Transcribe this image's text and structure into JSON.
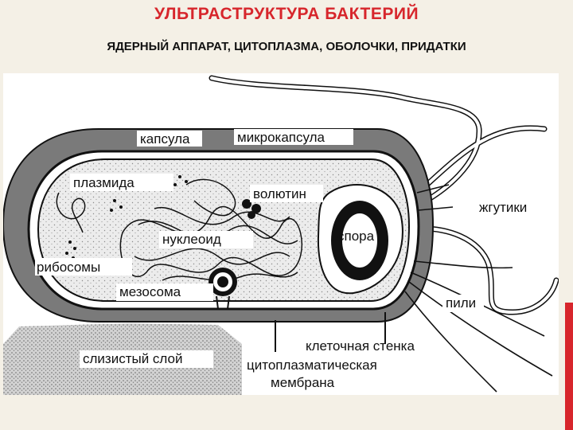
{
  "header": {
    "title": "УЛЬТРАСТРУКТУРА БАКТЕРИЙ",
    "subtitle": "ЯДЕРНЫЙ АППАРАТ, ЦИТОПЛАЗМА, ОБОЛОЧКИ, ПРИДАТКИ"
  },
  "diagram": {
    "labels": {
      "capsule": "капсула",
      "microcapsule": "микрокапсула",
      "plasmid": "плазмида",
      "volutin": "волютин",
      "flagella": "жгутики",
      "spore": "спора",
      "nucleoid": "нуклеоид",
      "ribosomes": "рибосомы",
      "mesosome": "мезосома",
      "pili": "пили",
      "slime_layer": "слизистый слой",
      "cell_wall": "клеточная стенка",
      "cytoplasmic_membrane_1": "цитоплазматическая",
      "cytoplasmic_membrane_2": "мембрана"
    }
  },
  "colors": {
    "title": "#d7262c",
    "accent_bar": "#d7262c",
    "slide_background": "#f4f0e6",
    "capsule_fill": "#7a7a7a",
    "cytoplasm_fill": "#e6e6e6",
    "outline": "#111111"
  }
}
